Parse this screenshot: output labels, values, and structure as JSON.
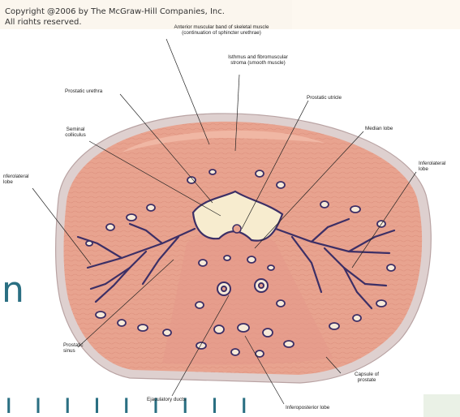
{
  "copyright": {
    "line1": "Copyright @2006 by The McGraw-Hill Companies, Inc.",
    "line2": "All rights reserved."
  },
  "background_text": {
    "side_letter": "n",
    "bottom": "ı  ı ı  ı  ı  ı  ı ı  ı  ı"
  },
  "labels": {
    "anterior_band": "Anterior muscular band of skeletal muscle\n(continuation of sphincter urethrae)",
    "isthmus": "Isthmus and fibromuscular\nstroma (smooth muscle)",
    "prostatic_urethra": "Prostatic urethra",
    "prostatic_utricle": "Prostatic utricle",
    "seminal_colliculus": "Seminal\ncolliculus",
    "median_lobe": "Median lobe",
    "inferolateral_left": "nferolateral\nlobe",
    "inferolateral_right": "Inferolateral\nlobe",
    "prostatic_sinus": "Prostatic\nsinus",
    "capsule": "Capsule of\nprostate",
    "ejaculatory_ducts": "Ejaculatory ducts",
    "inferoposterior_lobe": "Inferoposterior lobe"
  },
  "colors": {
    "tissue": "#e8a38f",
    "tissue_dark": "#cf7f6c",
    "capsule": "#d9c3c1",
    "gland_lining": "#3c2f66",
    "gland_lumen": "#f6ead8",
    "urethra": "#f7eccf"
  }
}
